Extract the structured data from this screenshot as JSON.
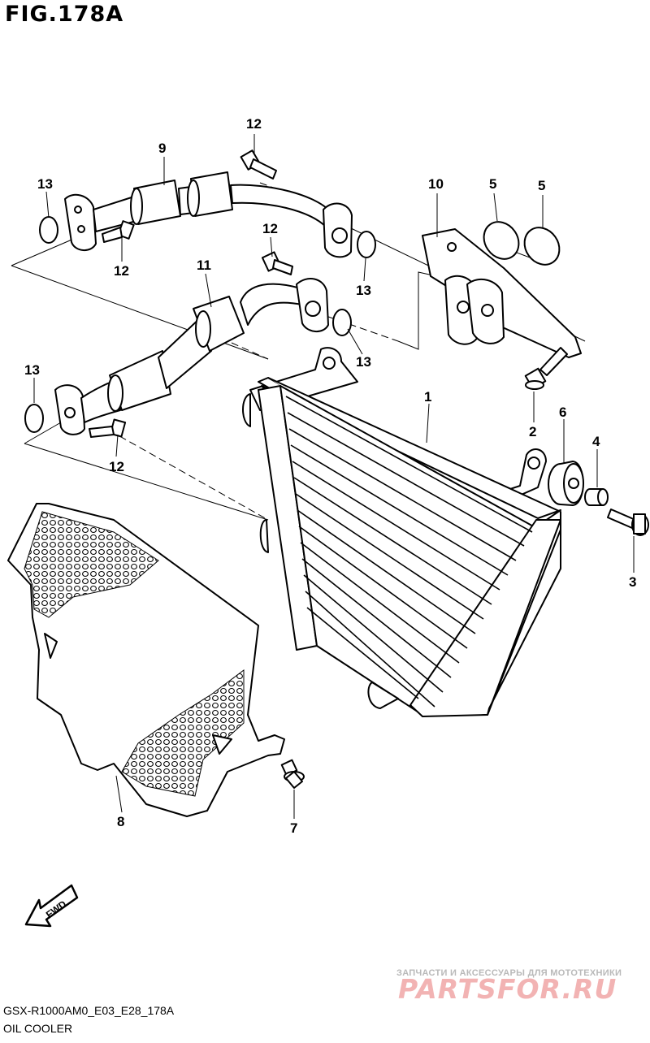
{
  "figure": {
    "title": "FIG.178A",
    "model_code": "GSX-R1000AM0_E03_E28_178A",
    "caption": "OIL COOLER"
  },
  "watermark": {
    "tagline": "ЗАПЧАСТИ И АКСЕССУАРЫ ДЛЯ МОТОТЕХНИКИ",
    "logo": "PARTSFOR.RU"
  },
  "fwd_arrow": {
    "label": "FWD"
  },
  "callouts": {
    "c1": "1",
    "c2": "2",
    "c3": "3",
    "c4": "4",
    "c5a": "5",
    "c5b": "5",
    "c6": "6",
    "c7": "7",
    "c8": "8",
    "c9": "9",
    "c10": "10",
    "c11": "11",
    "c12a": "12",
    "c12b": "12",
    "c12c": "12",
    "c12d": "12",
    "c13a": "13",
    "c13b": "13",
    "c13c": "13",
    "c13d": "13"
  }
}
